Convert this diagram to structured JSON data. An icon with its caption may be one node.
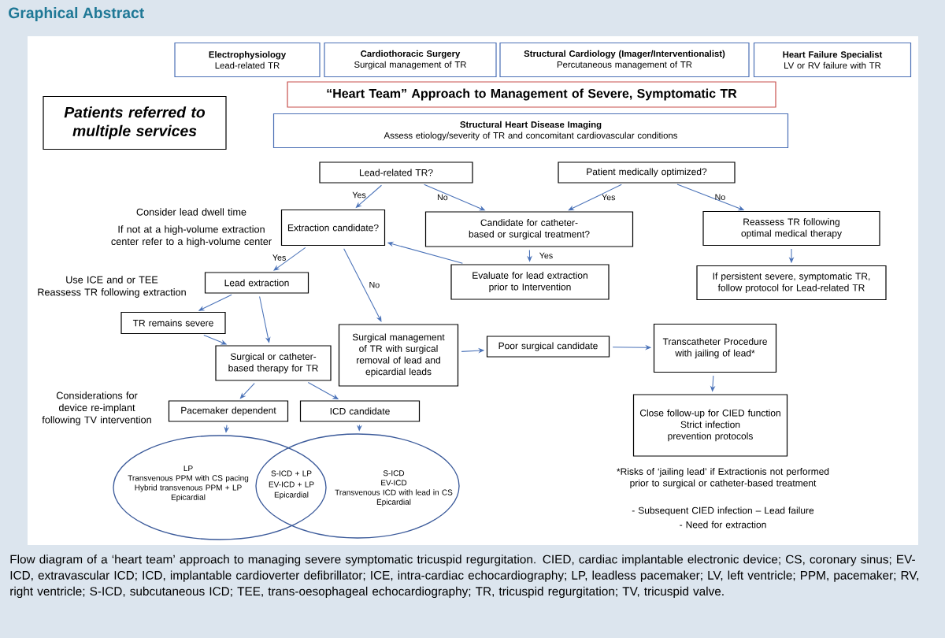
{
  "diagram": {
    "title": "Graphical Abstract",
    "caption": "Flow diagram of a ‘heart team’ approach to managing severe symptomatic tricuspid regurgitation. CIED, cardiac implantable electronic device; CS, coronary sinus; EV-ICD, extravascular ICD; ICD, implantable cardioverter defibrillator; ICE, intra-cardiac echocardiography; LP, leadless pacemaker; LV, left ventricle; PPM, pacemaker; RV, right ventricle; S-ICD, subcutaneous ICD; TEE, trans-oesophageal echocardiography; TR, tricuspid regurgitation; TV, tricuspid valve.",
    "nodes": [
      {
        "text": [
          "Electrophysiology",
          "Lead-related TR"
        ]
      },
      {
        "text": [
          "Cardiothoracic Surgery",
          "Surgical management of TR"
        ]
      },
      {
        "text": [
          "Structural Cardiology (Imager/Interventionalist)",
          "Percutaneous management of TR"
        ]
      },
      {
        "text": [
          "Heart Failure Specialist",
          "LV or RV failure with TR"
        ]
      },
      {
        "text": [
          "“Heart Team” Approach to Management of Severe, Symptomatic TR"
        ]
      },
      {
        "text": [
          "Patients referred to multiple services"
        ]
      },
      {
        "text": [
          "Structural Heart Disease Imaging",
          "Assess etiology/severity of TR and concomitant cardiovascular conditions"
        ]
      },
      {
        "text": [
          "Lead-related TR?"
        ]
      },
      {
        "text": [
          "Patient medically optimized?"
        ]
      },
      {
        "text": [
          "Extraction candidate?"
        ]
      },
      {
        "text": [
          "Candidate for catheter-based or surgical treatment?"
        ]
      },
      {
        "text": [
          "Reassess TR following optimal medical therapy"
        ]
      },
      {
        "text": [
          "Evaluate for lead extraction prior to Intervention"
        ]
      },
      {
        "text": [
          "If persistent severe, symptomatic TR, follow protocol for Lead-related TR"
        ]
      },
      {
        "text": [
          "Lead extraction"
        ]
      },
      {
        "text": [
          "TR remains severe"
        ]
      },
      {
        "text": [
          "Surgical or catheter-based therapy for TR"
        ]
      },
      {
        "text": [
          "Surgical management of TR with surgical removal of lead and epicardial leads"
        ]
      },
      {
        "text": [
          "Poor surgical candidate"
        ]
      },
      {
        "text": [
          "Transcatheter Procedure with jailing of lead*"
        ]
      },
      {
        "text": [
          "Pacemaker dependent"
        ]
      },
      {
        "text": [
          "ICD candidate"
        ]
      },
      {
        "text": [
          "Close follow-up for CIED function",
          "Strict infection prevention protocols"
        ]
      },
      {
        "text": [
          "LP",
          "Transvenous PPM with CS pacing",
          "Hybrid transvenous PPM + LP",
          "Epicardial"
        ]
      },
      {
        "text": [
          "S-ICD",
          "EV-ICD",
          "Transvenous ICD with lead in CS",
          "Epicardial"
        ]
      }
    ],
    "edges": [
      {
        "from": 7,
        "to": 9,
        "arrow": "to",
        "label": "Yes"
      },
      {
        "from": 7,
        "to": 10,
        "arrow": "to",
        "label": "No"
      },
      {
        "from": 8,
        "to": 10,
        "arrow": "to",
        "label": "Yes"
      },
      {
        "from": 8,
        "to": 11,
        "arrow": "to",
        "label": "No"
      },
      {
        "from": 10,
        "to": 12,
        "arrow": "to",
        "label": "Yes"
      },
      {
        "from": 11,
        "to": 13,
        "arrow": "to"
      },
      {
        "from": 12,
        "to": 9,
        "arrow": "to"
      },
      {
        "from": 9,
        "to": 14,
        "arrow": "to",
        "label": "Yes"
      },
      {
        "from": 9,
        "to": 17,
        "arrow": "to",
        "label": "No"
      },
      {
        "from": 14,
        "to": 15,
        "arrow": "to"
      },
      {
        "from": 14,
        "to": 16,
        "arrow": "to"
      },
      {
        "from": 15,
        "to": 16,
        "arrow": "to"
      },
      {
        "from": 16,
        "to": 20,
        "arrow": "to"
      },
      {
        "from": 16,
        "to": 21,
        "arrow": "to"
      },
      {
        "from": 17,
        "to": 18,
        "arrow": "to"
      },
      {
        "from": 18,
        "to": 19,
        "arrow": "to"
      },
      {
        "from": 19,
        "to": 22,
        "arrow": "to"
      },
      {
        "from": 20,
        "to": 23,
        "arrow": "to"
      },
      {
        "from": 21,
        "to": 24,
        "arrow": "to"
      }
    ],
    "labels": [
      "Consider lead dwell time",
      "If not at a high-volume extraction center refer to a high-volume center",
      "Use ICE and or TEE",
      "Reassess TR following extraction",
      "Considerations for device re-implant following TV intervention",
      "S-ICD + LP",
      "EV-ICD + LP",
      "Epicardial",
      "*Risks of ‘jailing lead’ if Extractionis not performed prior to surgical or catheter-based treatment",
      "- Subsequent CIED infection – Lead failure",
      "- Need for extraction"
    ]
  }
}
